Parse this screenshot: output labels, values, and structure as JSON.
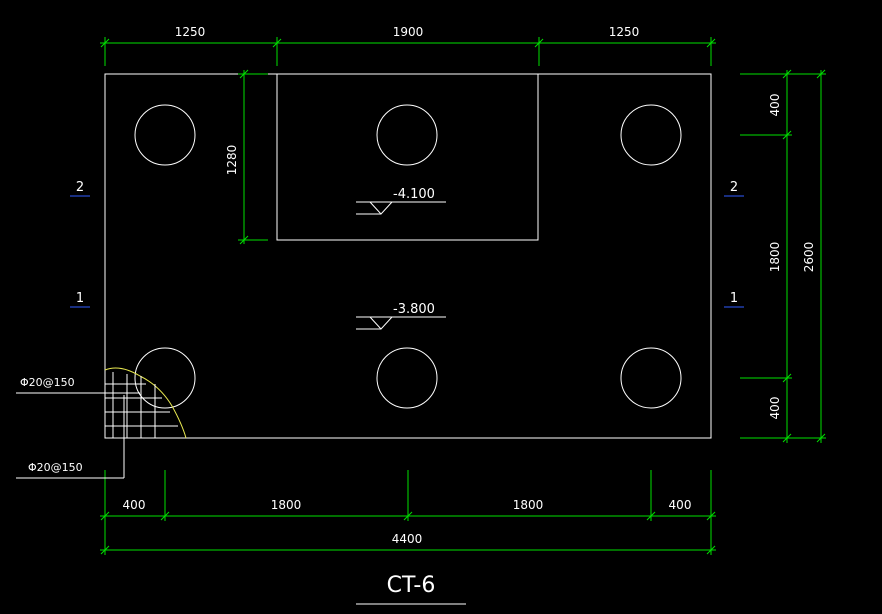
{
  "drawing": {
    "title": "CT-6",
    "dimensions": {
      "top_1": "1250",
      "top_2": "1900",
      "top_3": "1250",
      "right_1": "400",
      "right_2": "1800",
      "right_3": "400",
      "right_total": "2600",
      "bottom_1": "400",
      "bottom_2": "1800",
      "bottom_3": "1800",
      "bottom_4": "400",
      "bottom_total": "4400",
      "pit_depth": "1280"
    },
    "elevations": {
      "pit": "-4.100",
      "cap": "-3.800"
    },
    "axes": {
      "left_upper": "2",
      "left_lower": "1",
      "right_upper": "2",
      "right_lower": "1"
    },
    "rebar": {
      "label_upper": "Φ20@150",
      "label_lower": "Φ20@150"
    },
    "colors": {
      "background": "#000000",
      "outline": "#ffffff",
      "dimension": "#00e000",
      "axis": "#2f5cff",
      "rebar_hatch": "#e8e850"
    }
  }
}
